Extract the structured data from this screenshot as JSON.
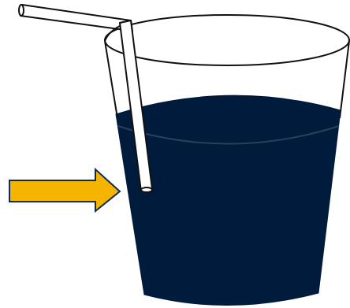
{
  "scene": {
    "objects": [
      "cup",
      "drink",
      "straw",
      "arrow"
    ],
    "colors": {
      "background": "#ffffff",
      "cup_outline": "#111111",
      "drink": "#011b3d",
      "drink_surface_line": "#2a3f5e",
      "straw_fill": "#ffffff",
      "arrow_fill": "#f5b400",
      "arrow_outline": "#0e2a5a"
    }
  }
}
